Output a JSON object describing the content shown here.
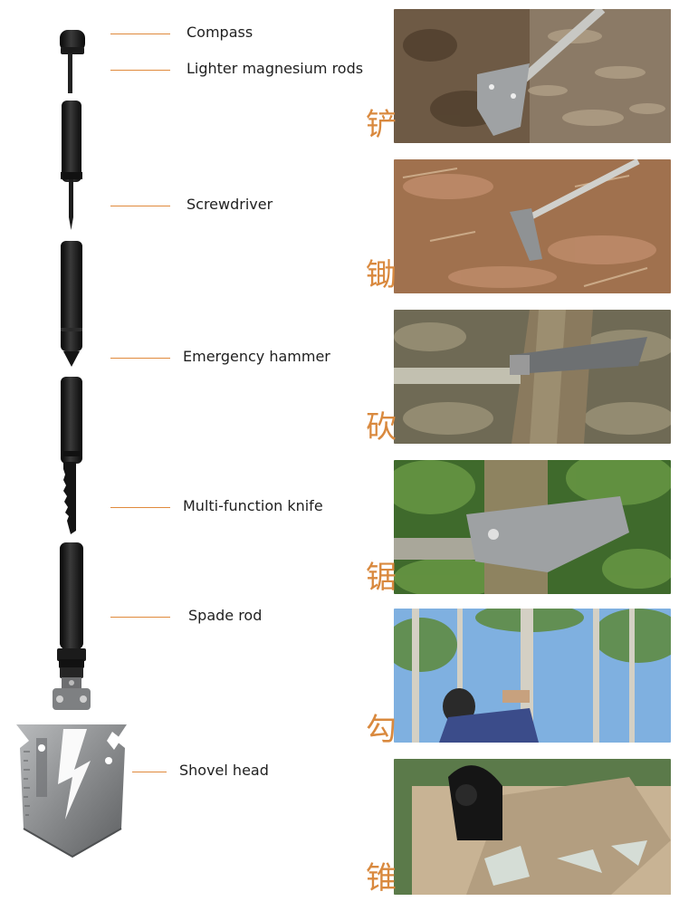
{
  "callouts": [
    {
      "label": "Compass"
    },
    {
      "label": "Lighter magnesium rods"
    },
    {
      "label": "Screwdriver"
    },
    {
      "label": "Emergency hammer"
    },
    {
      "label": "Multi-function knife"
    },
    {
      "label": "Spade rod"
    },
    {
      "label": "Shovel head"
    }
  ],
  "functions": [
    {
      "char": "铲",
      "photo": "shovel-digging-photo"
    },
    {
      "char": "锄",
      "photo": "hoe-soil-photo"
    },
    {
      "char": "砍",
      "photo": "chopping-tree-photo"
    },
    {
      "char": "锯",
      "photo": "sawing-tree-photo"
    },
    {
      "char": "勾",
      "photo": "hooking-branch-photo"
    },
    {
      "char": "锥",
      "photo": "breaking-glass-photo"
    }
  ],
  "colors": {
    "callout_line": "#e08a3c",
    "function_char": "#d9893e",
    "tool_black": "#151515",
    "shovel_metal": "#8a8c8e"
  }
}
